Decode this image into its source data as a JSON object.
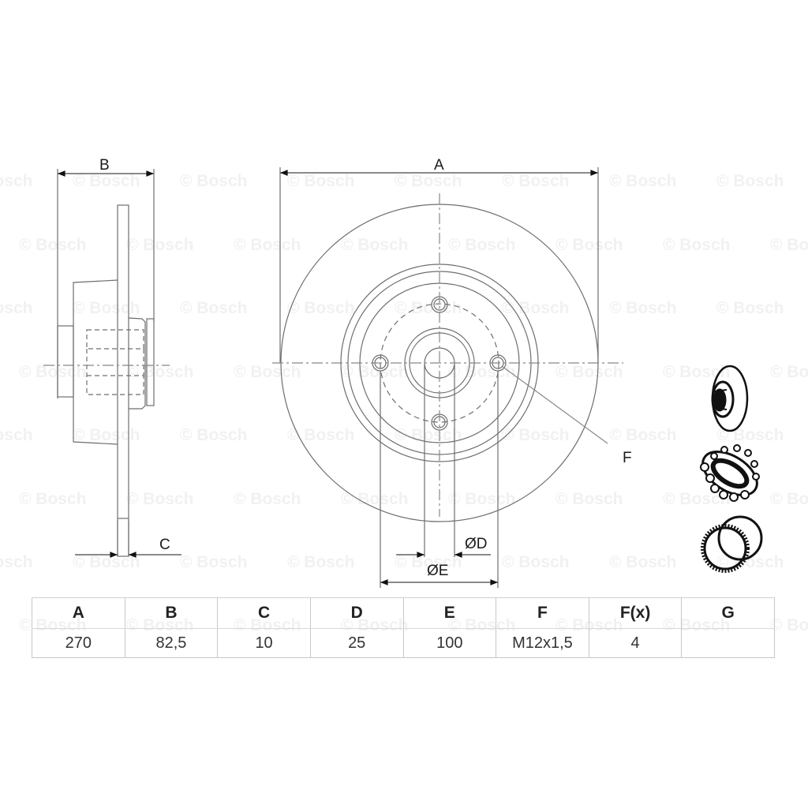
{
  "watermark": {
    "text": "© Bosch",
    "color": "#f1f1f1"
  },
  "drawing": {
    "side_view": {
      "labels": {
        "width": "B",
        "thickness": "C"
      }
    },
    "front_view": {
      "labels": {
        "outer_diameter": "A",
        "bolt_thread": "F",
        "center_bore": "ØD",
        "pitch_circle": "ØE"
      },
      "bolt_holes": 4
    },
    "included_parts": [
      {
        "name": "brake-disc-icon"
      },
      {
        "name": "wheel-bearing-icon"
      },
      {
        "name": "abs-ring-icon"
      }
    ]
  },
  "spec_table": {
    "headers": [
      "A",
      "B",
      "C",
      "D",
      "E",
      "F",
      "F(x)",
      "G"
    ],
    "values": [
      "270",
      "82,5",
      "10",
      "25",
      "100",
      "M12x1,5",
      "4",
      ""
    ]
  },
  "colors": {
    "line": "#6e6e6e",
    "text": "#1a1a1a",
    "table_border": "#c8c8c8"
  }
}
